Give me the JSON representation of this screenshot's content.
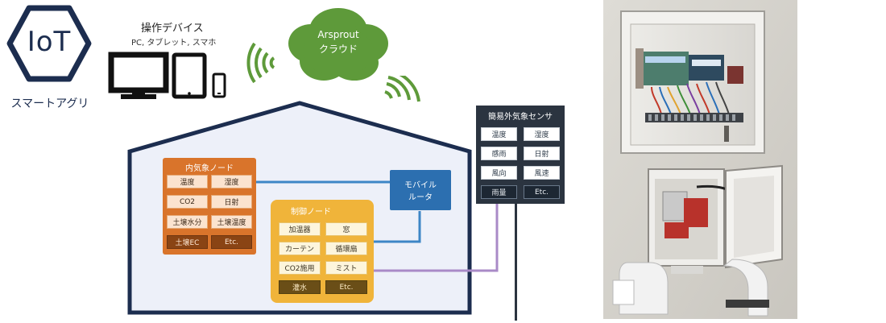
{
  "logo": {
    "text": "IoT",
    "caption": "スマートアグリ"
  },
  "devices": {
    "title": "操作デバイス",
    "subtitle": "PC, タブレット, スマホ"
  },
  "cloud": {
    "line1": "Arsprout",
    "line2": "クラウド"
  },
  "inner_node": {
    "title": "内気象ノード",
    "cells": [
      "温度",
      "湿度",
      "CO2",
      "日射",
      "土壌水分",
      "土壌温度",
      "土壌EC",
      "Etc."
    ]
  },
  "mobile_router": {
    "line1": "モバイル",
    "line2": "ルータ"
  },
  "control_node": {
    "title": "制御ノード",
    "cells": [
      "加温器",
      "窓",
      "カーテン",
      "循環扇",
      "CO2施用",
      "ミスト",
      "灌水",
      "Etc."
    ]
  },
  "outdoor_sensor": {
    "title": "簡易外気象センサ",
    "cells": [
      "温度",
      "湿度",
      "感雨",
      "日射",
      "風向",
      "風速",
      "雨量",
      "Etc."
    ]
  },
  "colors": {
    "navy": "#1c2d4f",
    "cloud_green": "#5e9a3a",
    "orange": "#d9742b",
    "yellow": "#f0b43a",
    "router_blue": "#2c6fb0",
    "line_blue": "#3d86c6",
    "line_purple": "#a98ac7",
    "sensor_dark": "#2b3440",
    "house_fill": "#edf0f9"
  },
  "photos": {
    "top": "Open control box with circuit boards and terminal wiring",
    "bottom": "Weather-proof enclosure with power supply board on a white pipe mount"
  }
}
